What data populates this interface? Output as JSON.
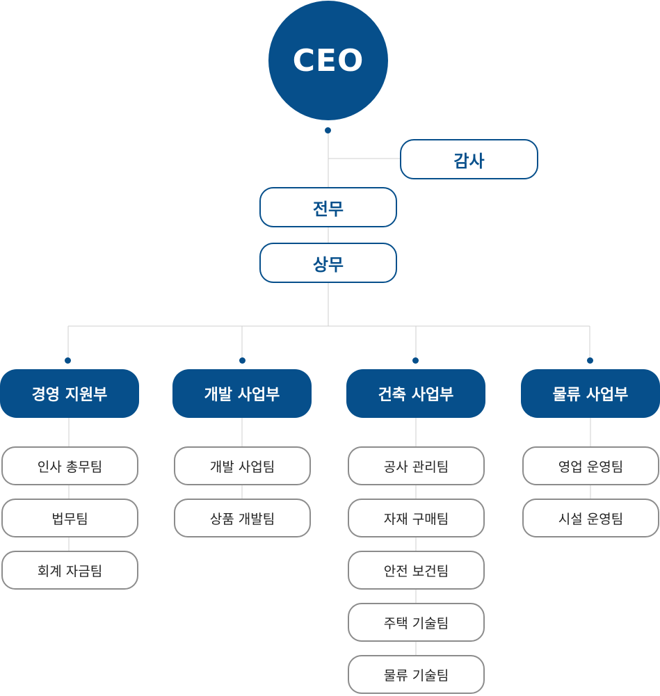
{
  "ceo": "CEO",
  "audit": "감사",
  "executives": [
    "전무",
    "상무"
  ],
  "departments": [
    {
      "name": "경영 지원부",
      "teams": [
        "인사 총무팀",
        "법무팀",
        "회계 자금팀"
      ]
    },
    {
      "name": "개발 사업부",
      "teams": [
        "개발 사업팀",
        "상품 개발팀"
      ]
    },
    {
      "name": "건축 사업부",
      "teams": [
        "공사 관리팀",
        "자재 구매팀",
        "안전 보건팀",
        "주택 기술팀",
        "물류 기술팀"
      ]
    },
    {
      "name": "물류 사업부",
      "teams": [
        "영업 운영팀",
        "시설 운영팀"
      ]
    }
  ],
  "colors": {
    "primary": "#064f8b",
    "team_border": "#8c8c8c",
    "connector": "#cfcfcf"
  }
}
